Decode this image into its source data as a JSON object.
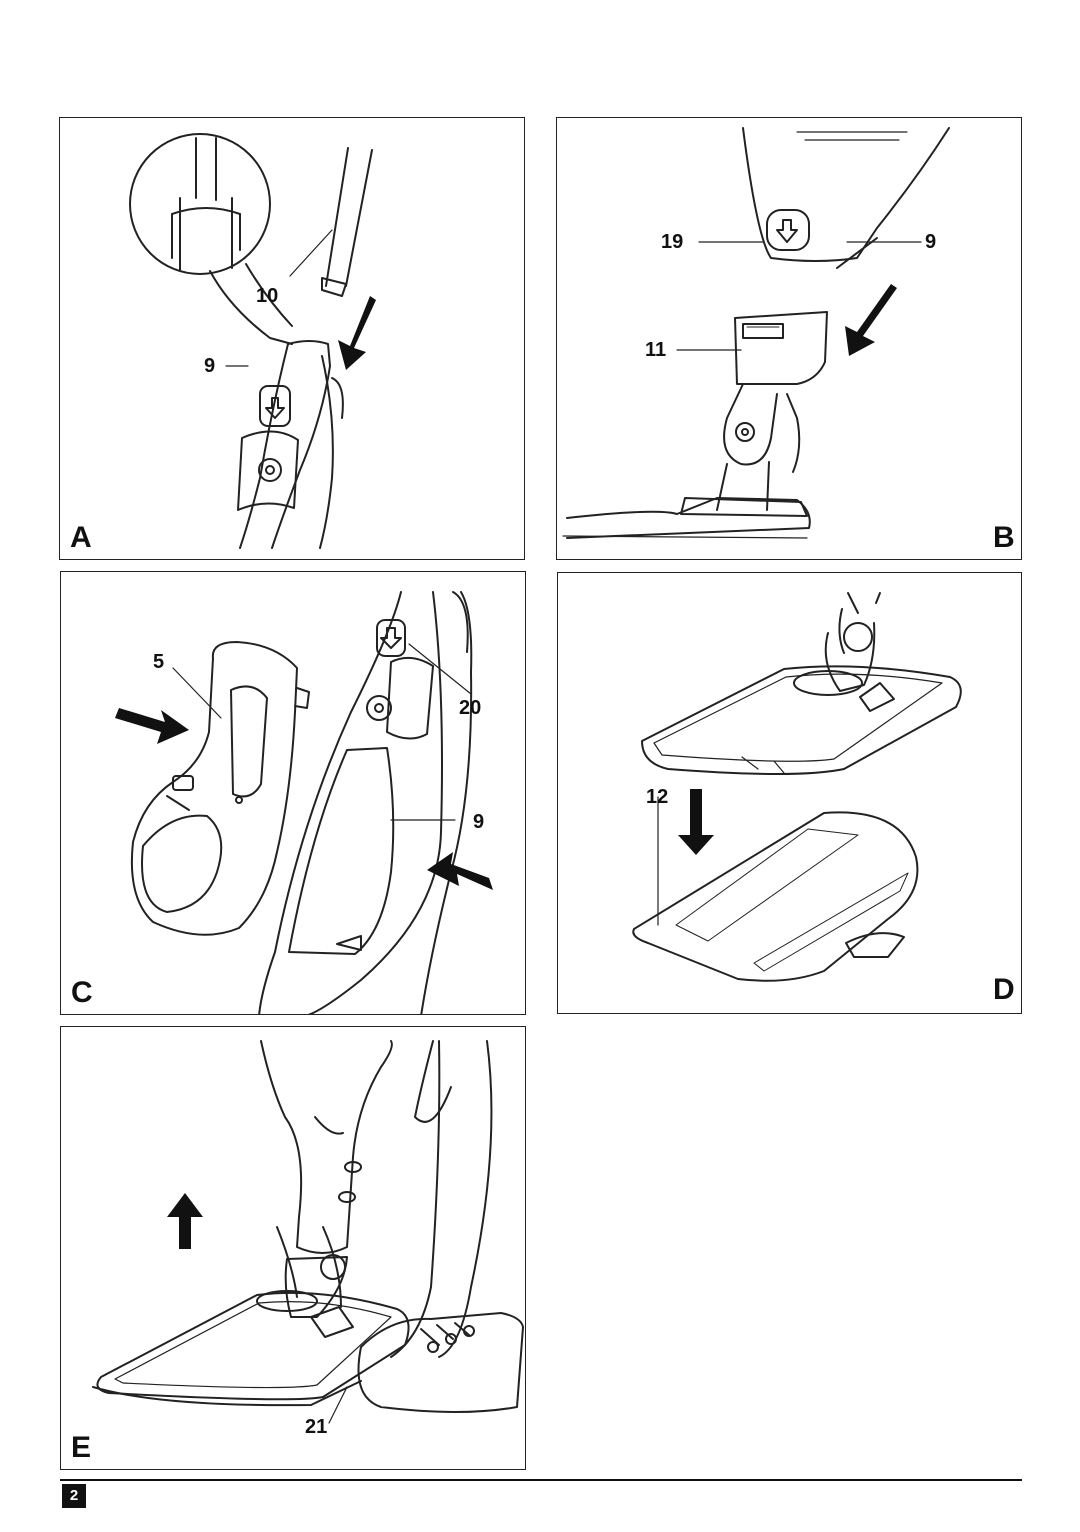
{
  "page_number": "2",
  "panels": {
    "A": {
      "letter": "A",
      "callouts": [
        "10",
        "9"
      ]
    },
    "B": {
      "letter": "B",
      "callouts": [
        "19",
        "9",
        "11"
      ]
    },
    "C": {
      "letter": "C",
      "callouts": [
        "5",
        "20",
        "9"
      ]
    },
    "D": {
      "letter": "D",
      "callouts": [
        "12"
      ]
    },
    "E": {
      "letter": "E",
      "callouts": [
        "21"
      ]
    }
  },
  "colors": {
    "line": "#222222",
    "arrow": "#111111",
    "paper": "#ffffff"
  }
}
